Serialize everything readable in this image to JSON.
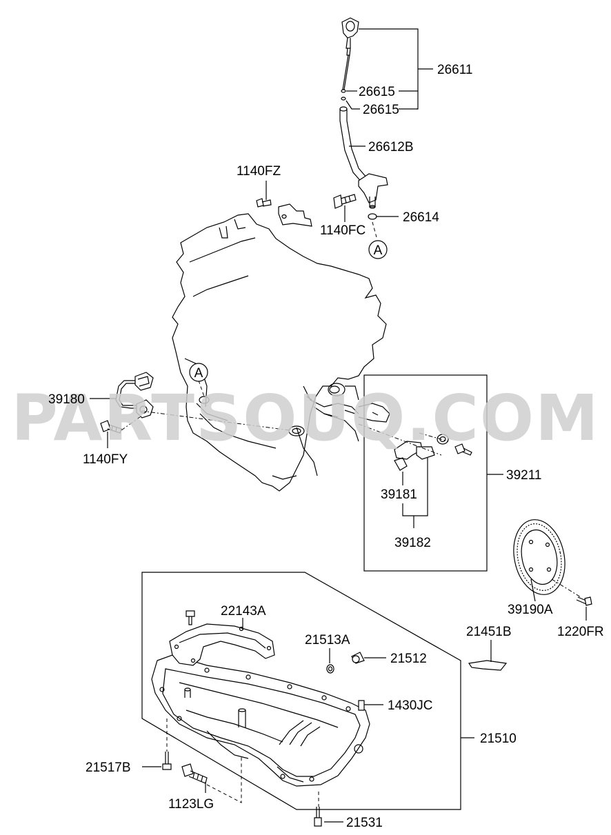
{
  "watermark": "PARTSOUQ.COM",
  "callouts": {
    "ref_marker": "A"
  },
  "part_numbers": {
    "p26611": "26611",
    "p26615a": "26615",
    "p26615b": "26615",
    "p26612B": "26612B",
    "p1140FZ": "1140FZ",
    "p1140FC": "1140FC",
    "p26614": "26614",
    "p39180": "39180",
    "p1140FY": "1140FY",
    "p39211": "39211",
    "p39181": "39181",
    "p39182": "39182",
    "p39190A": "39190A",
    "p1220FR": "1220FR",
    "p22143A": "22143A",
    "p21513A": "21513A",
    "p21512": "21512",
    "p21451B": "21451B",
    "p1430JC": "1430JC",
    "p21510": "21510",
    "p21517B": "21517B",
    "p1123LG": "1123LG",
    "p21531": "21531"
  }
}
